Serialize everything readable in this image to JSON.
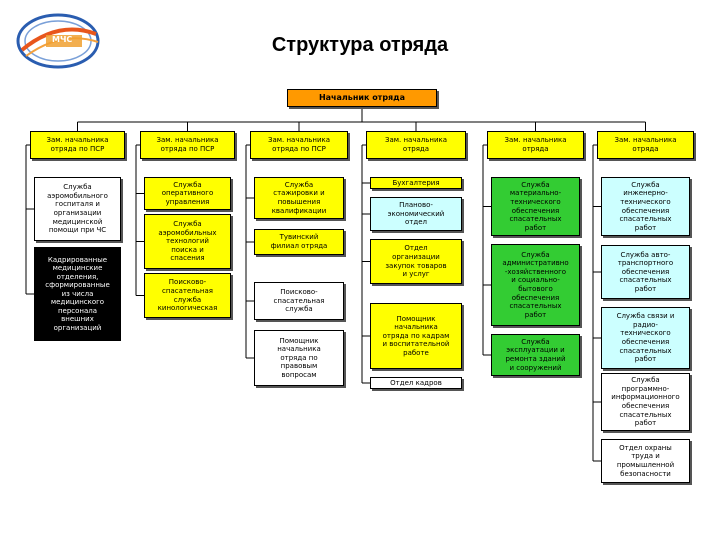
{
  "title": "Структура отряда",
  "logo_text": "MЧС",
  "head": "Начальник отряда",
  "columns": [
    {
      "header": "Зам. начальника\nотряда по ПСР",
      "items": [
        "Служба\nаэромобильного\nгоспиталя и\nорганизации\nмедицинской\nпомощи при ЧС",
        "Кадрированные\nмедицинские\nотделения,\nсформированные\nиз числа\nмедицинского\nперсонала\nвнешних\nорганизаций"
      ]
    },
    {
      "header": "Зам. начальника\nотряда по ПСР",
      "items": [
        "Служба\nоперативного\nуправления",
        "Служба\nаэромобильных\nтехнологий\nпоиска и\nспасения",
        "Поисково-\nспасательная\nслужба\nкинологическая"
      ]
    },
    {
      "header": "Зам. начальника\nотряда по ПСР",
      "items": [
        "Служба\nстажировки и\nповышения\nквалификации",
        "Тувинский\nфилиал отряда",
        "Поисково-\nспасательная\nслужба",
        "Помощник\nначальника\nотряда по\nправовым\nвопросам"
      ]
    },
    {
      "header": "Зам. начальника\nотряда",
      "items": [
        "Бухгалтерия",
        "Планово-\nэкономический\nотдел",
        "Отдел\nорганизации\nзакупок товаров\nи услуг",
        "Помощник\nначальника\nотряда по кадрам\nи воспитательной\nработе",
        "Отдел кадров"
      ]
    },
    {
      "header": "Зам. начальника\nотряда",
      "items": [
        "Служба\nматериально-\nтехнического\nобеспечения\nспасательных\nработ",
        "Служба\nадминистративно\n-хозяйственного\nи социально-\nбытового\nобеспечения\nспасательных\nработ",
        "Служба\nэксплуатации и\nремонта зданий\nи сооружений"
      ]
    },
    {
      "header": "Зам. начальника\nотряда",
      "items": [
        "Служба\nинженерно-\nтехнического\nобеспечения\nспасательных\nработ",
        "Служба авто-\nтранспортного\nобеспечения\nспасательных\nработ",
        "Служба связи и\nрадио-\nтехнического\nобеспечения\nспасательных\nработ",
        "Служба\nпрограммно-\nинформационного\nобеспечения\nспасательных\nработ",
        "Отдел охраны\nтруда и\nпромышленной\nбезопасности"
      ]
    }
  ],
  "colors": {
    "head": "#ff9900",
    "yellow": "#ffff00",
    "green": "#33cc33",
    "cyan": "#ccffff",
    "black": "#000000",
    "white": "#ffffff",
    "line": "#000000"
  }
}
